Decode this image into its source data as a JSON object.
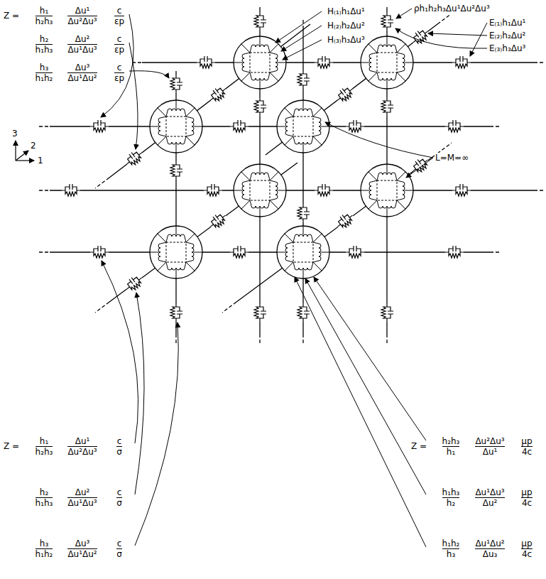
{
  "diagram": {
    "labels": [
      "Z =",
      "h₁",
      "h₂h₃",
      "Δu¹",
      "Δu²Δu³",
      "c",
      "εp",
      "h₂",
      "h₁h₃",
      "Δu²",
      "Δu¹Δu³",
      "c",
      "εp",
      "h₃",
      "h₁h₂",
      "Δu³",
      "Δu¹Δu²",
      "c",
      "εp",
      "H₍₁₎h₁Δu¹",
      "H₍₂₎h₂Δu²",
      "H₍₃₎h₃Δu³",
      "ρh₁h₂h₃Δu¹Δu²Δu³",
      "E₍₁₎h₁Δu¹",
      "E₍₂₎h₂Δu²",
      "E₍₃₎h₃Δu³",
      "3",
      "2",
      "1",
      "L=M=∞",
      "Z =",
      "h₁",
      "h₂h₃",
      "Δu¹",
      "Δu²Δu³",
      "c",
      "σ",
      "h₂",
      "h₁h₃",
      "Δu²",
      "Δu¹Δu³",
      "c",
      "σ",
      "h₃",
      "h₁h₂",
      "Δu³",
      "Δu¹Δu²",
      "c",
      "σ",
      "Z =",
      "h₂h₃",
      "h₁",
      "Δu²Δu³",
      "Δu¹",
      "μp",
      "4c",
      "h₁h₃",
      "h₂",
      "Δu¹Δu³",
      "Δu²",
      "μp",
      "4c",
      "h₁h₂",
      "h₃",
      "Δu¹Δu²",
      "Δu₃",
      "μp",
      "4c"
    ]
  }
}
